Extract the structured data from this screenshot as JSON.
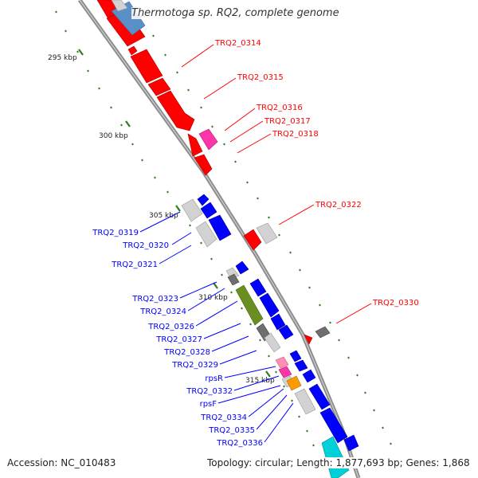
{
  "title": "Thermotoga sp. RQ2, complete genome",
  "accession": "Accession: NC_010483",
  "topology_line": "Topology: circular; Length: 1,877,693 bp; Genes: 1,868",
  "colors": {
    "backbone": "#8c8c8c",
    "tick": "#2e7d1e",
    "forward_red": "#ff0000",
    "pink": "#ff33aa",
    "grey": "#c8c8c8",
    "dark_grey": "#6e6e6e",
    "blue": "#0000ff",
    "olive": "#6b8e23",
    "light_pink": "#ff8fb3",
    "orange": "#ff9900",
    "cyan": "#00d0d8",
    "steel_blue": "#5b8fc7",
    "red_label": "#ff0000",
    "blue_label": "#0000ff"
  },
  "kbp_markers": [
    "295 kbp",
    "300 kbp",
    "305 kbp",
    "310 kbp",
    "315 kbp"
  ],
  "gene_labels_right": [
    "TRQ2_0314",
    "TRQ2_0315",
    "TRQ2_0316",
    "TRQ2_0317",
    "TRQ2_0318",
    "TRQ2_0322",
    "TRQ2_0330"
  ],
  "gene_labels_left": [
    "TRQ2_0319",
    "TRQ2_0320",
    "TRQ2_0321",
    "TRQ2_0323",
    "TRQ2_0324",
    "TRQ2_0326",
    "TRQ2_0327",
    "TRQ2_0328",
    "TRQ2_0329",
    "rpsR",
    "TRQ2_0332",
    "rpsF",
    "TRQ2_0334",
    "TRQ2_0335",
    "TRQ2_0336"
  ]
}
